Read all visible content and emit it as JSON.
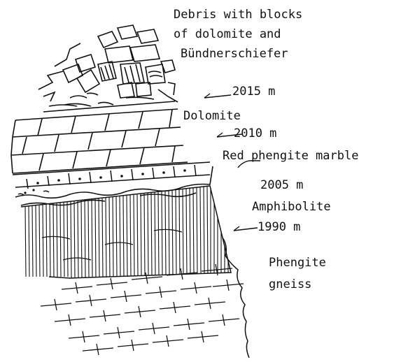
{
  "labels": {
    "debris_line1": "Debris with blocks",
    "debris_line2": "of dolomite and",
    "debris_line3": "Bündnerschiefer",
    "elev_2015": "2015 m",
    "dolomite": "Dolomite",
    "elev_2010": "2010 m",
    "red_marble": "Red phengite marble",
    "elev_2005": "2005 m",
    "amphibolite": "Amphibolite",
    "elev_1990": "1990 m",
    "phengite_line1": "Phengite",
    "phengite_line2": "gneiss"
  },
  "colors": {
    "ink": "#111111",
    "paper": "#ffffff"
  }
}
